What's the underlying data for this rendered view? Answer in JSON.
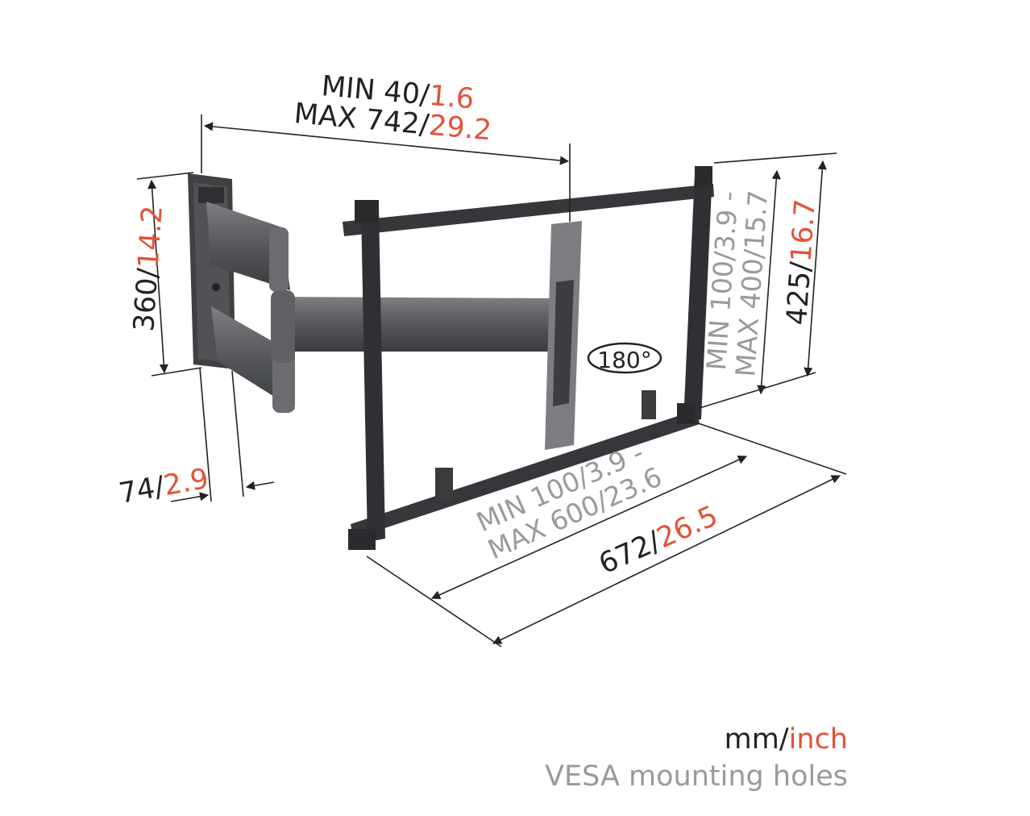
{
  "colors": {
    "dark": "#222222",
    "accent": "#e2533a",
    "grey": "#9a9a9a",
    "metal_dark": "#3a3b3d",
    "metal_mid": "#55575a",
    "metal_light": "#8a8c90"
  },
  "rotation_label": "180°",
  "dims": {
    "depth_top": {
      "line1_mm": "MIN 40/",
      "line1_in": "1.6",
      "line2_mm": "MAX 742/",
      "line2_in": "29.2"
    },
    "height_wall": {
      "mm": "360/",
      "in": "14.2"
    },
    "height_total": {
      "mm": "425/",
      "in": "16.7"
    },
    "depth_plate": {
      "mm": "74/",
      "in": "2.9"
    },
    "width_total": {
      "mm": "672/",
      "in": "26.5"
    }
  },
  "vesa_dims": {
    "vertical": {
      "line1": "MIN 100/3.9 -",
      "line2": "MAX 400/15.7"
    },
    "horizontal": {
      "line1": "MIN 100/3.9 -",
      "line2": "MAX 600/23.6"
    }
  },
  "legend": {
    "units_mm": "mm/",
    "units_in": "inch",
    "vesa": "VESA mounting holes"
  }
}
